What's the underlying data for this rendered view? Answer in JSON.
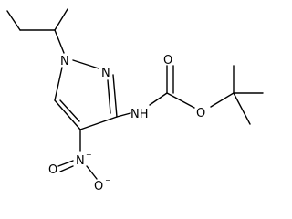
{
  "structure": {
    "atoms": {
      "n1": "N",
      "n2": "N",
      "nh": "NH",
      "o_carbonyl": "O",
      "o_ester": "O",
      "n_nitro": "N",
      "n_nitro_charge": "+",
      "o_nitro_left": "O",
      "o_nitro_down": "O",
      "o_nitro_down_charge": "−"
    }
  }
}
